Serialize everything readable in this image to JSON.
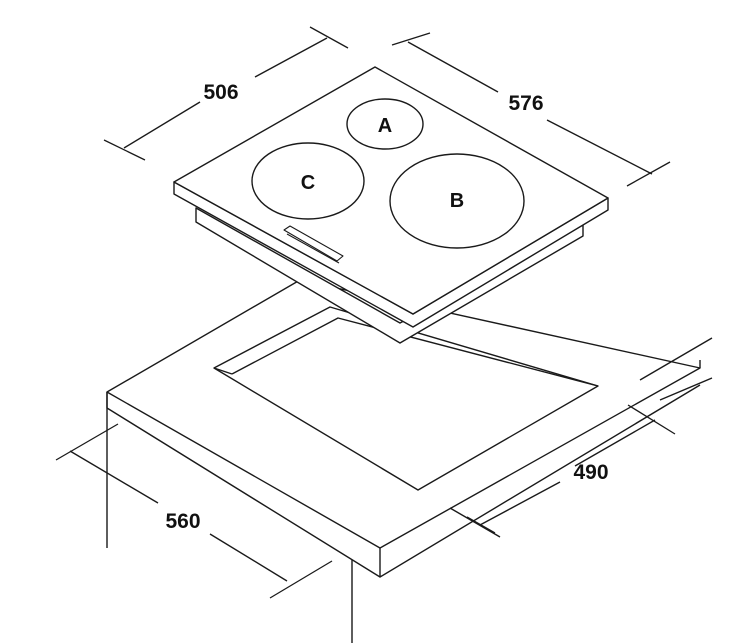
{
  "dimensions": {
    "hob_depth": "506",
    "hob_width": "576",
    "cutout_width": "490",
    "cutout_depth": "560"
  },
  "zones": {
    "a": "A",
    "b": "B",
    "c": "C"
  },
  "colors": {
    "line": "#1a1a1a",
    "background": "#ffffff"
  }
}
